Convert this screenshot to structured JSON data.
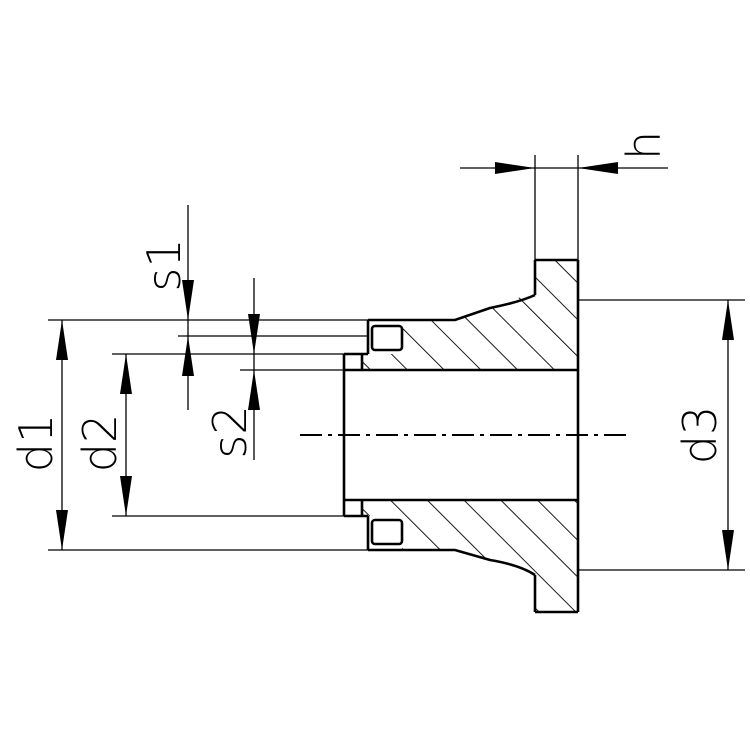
{
  "labels": {
    "h": "h",
    "s1": "s1",
    "s2": "s2",
    "d1": "d1",
    "d2": "d2",
    "d3": "d3"
  }
}
